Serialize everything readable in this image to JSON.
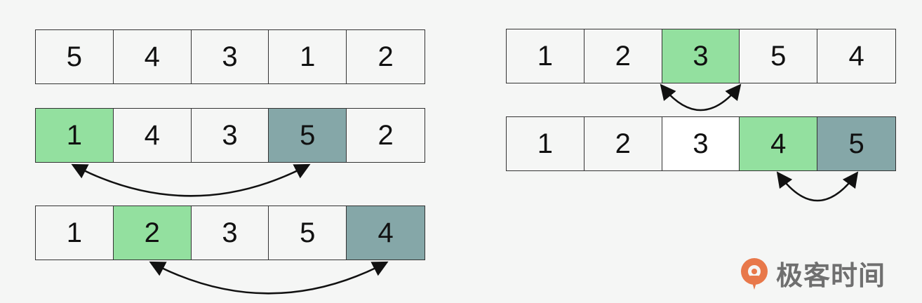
{
  "colors": {
    "green": "#93e09f",
    "slate": "#85a7a8",
    "plain": "#f5f6f5",
    "white": "#ffffff",
    "logo_orange": "#e8784a",
    "logo_text": "#6f6f6f"
  },
  "rows": [
    {
      "cells": [
        {
          "v": "5"
        },
        {
          "v": "4"
        },
        {
          "v": "3"
        },
        {
          "v": "1"
        },
        {
          "v": "2"
        }
      ]
    },
    {
      "cells": [
        {
          "v": "1",
          "hl": "green"
        },
        {
          "v": "4"
        },
        {
          "v": "3"
        },
        {
          "v": "5",
          "hl": "slate"
        },
        {
          "v": "2"
        }
      ]
    },
    {
      "cells": [
        {
          "v": "1"
        },
        {
          "v": "2",
          "hl": "green"
        },
        {
          "v": "3"
        },
        {
          "v": "5"
        },
        {
          "v": "4",
          "hl": "slate"
        }
      ]
    },
    {
      "cells": [
        {
          "v": "1"
        },
        {
          "v": "2"
        },
        {
          "v": "3",
          "hl": "green"
        },
        {
          "v": "5"
        },
        {
          "v": "4"
        }
      ]
    },
    {
      "cells": [
        {
          "v": "1"
        },
        {
          "v": "2"
        },
        {
          "v": "3",
          "hl": "white"
        },
        {
          "v": "4",
          "hl": "green"
        },
        {
          "v": "5",
          "hl": "slate"
        }
      ]
    }
  ],
  "swaps": [
    {
      "row": 1,
      "from": 0,
      "to": 3
    },
    {
      "row": 2,
      "from": 1,
      "to": 4
    },
    {
      "row": 3,
      "from": 2,
      "to": 2
    },
    {
      "row": 4,
      "from": 3,
      "to": 4
    }
  ],
  "logo": {
    "text": "极客时间",
    "icon": "geektime-logo-icon"
  }
}
